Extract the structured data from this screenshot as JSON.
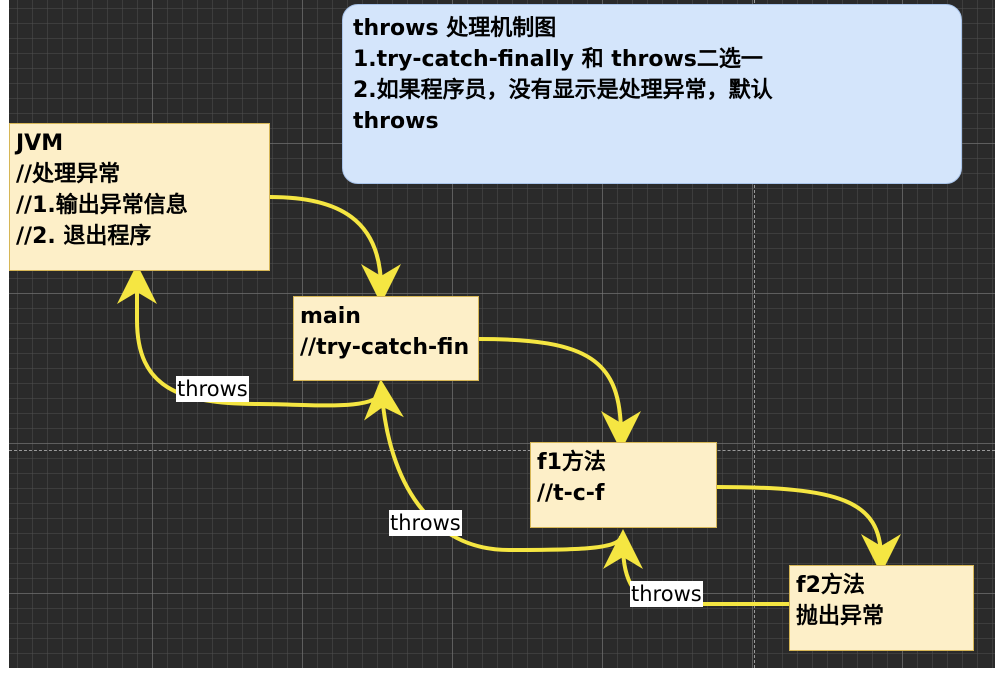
{
  "note": {
    "lines": [
      "throws 处理机制图",
      "1.try-catch-finally 和 throws二选一",
      "2.如果程序员，没有显示是处理异常，默认",
      "throws"
    ]
  },
  "nodes": {
    "jvm": {
      "lines": [
        "JVM",
        "//处理异常",
        "//1.输出异常信息",
        "//2. 退出程序"
      ]
    },
    "main": {
      "lines": [
        "main",
        "//try-catch-fin"
      ]
    },
    "f1": {
      "lines": [
        "f1方法",
        "//t-c-f"
      ]
    },
    "f2": {
      "lines": [
        "f2方法",
        "抛出异常"
      ]
    }
  },
  "edge_labels": {
    "throws_1": "throws",
    "throws_2": "throws",
    "throws_3": "throws"
  },
  "colors": {
    "canvas_background": "#2a2a2a",
    "node_fill": "#fdefc8",
    "node_border": "#d6b656",
    "note_fill": "#d4e5fb",
    "arrow": "#f5e642"
  }
}
